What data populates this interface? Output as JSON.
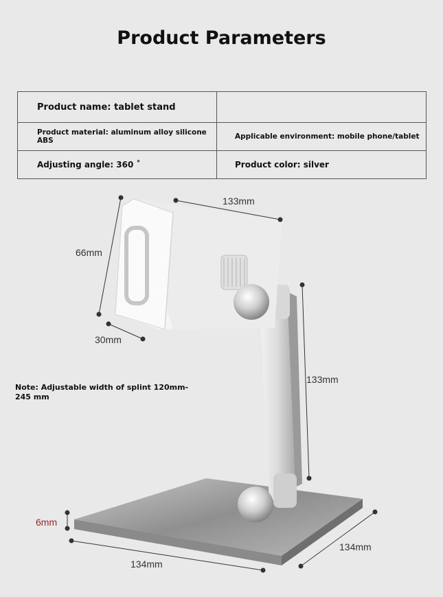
{
  "title": "Product Parameters",
  "params": {
    "product_name": "Product name: tablet stand",
    "product_material": "Product material: aluminum alloy silicone ABS",
    "applicable_environment": "Applicable environment: mobile phone/tablet",
    "adjusting_angle": "Adjusting angle: 360 ˚",
    "product_color": "Product color: silver"
  },
  "note": "Note: Adjustable width of splint 120mm-245 mm",
  "dimensions": {
    "clamp_width": "133mm",
    "clamp_height": "66mm",
    "clamp_depth": "30mm",
    "arm_height": "133mm",
    "base_thickness": "6mm",
    "base_width": "134mm",
    "base_depth": "134mm"
  },
  "colors": {
    "background": "#e9e9e9",
    "accent_red": "#c0161b"
  }
}
